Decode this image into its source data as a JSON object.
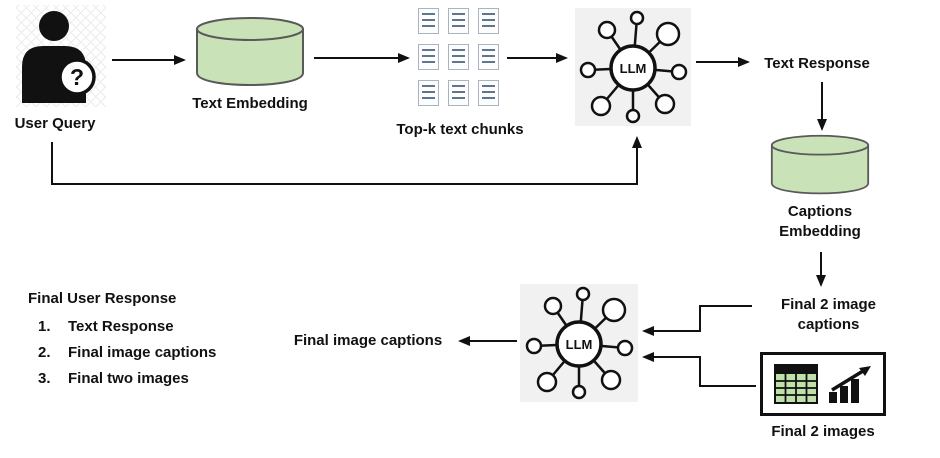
{
  "diagram": {
    "user_query": {
      "label": "User Query",
      "badge_glyph": "?"
    },
    "text_embedding": {
      "label": "Text Embedding"
    },
    "top_k_chunks": {
      "label": "Top-k text chunks"
    },
    "llm_top": {
      "label": "LLM"
    },
    "text_response": {
      "label": "Text Response"
    },
    "captions_embedding": {
      "line1": "Captions",
      "line2": "Embedding"
    },
    "final_2_image_captions": {
      "line1": "Final 2 image",
      "line2": "captions"
    },
    "llm_bottom": {
      "label": "LLM"
    },
    "final_image_captions": {
      "label": "Final image captions"
    },
    "final_2_images": {
      "label": "Final 2 images"
    }
  },
  "final_user_response": {
    "title": "Final User Response",
    "items": [
      {
        "num": "1.",
        "text": "Text Response"
      },
      {
        "num": "2.",
        "text": "Final image captions"
      },
      {
        "num": "3.",
        "text": "Final two images"
      }
    ]
  },
  "colors": {
    "cylinder_fill": "#c9e2b8",
    "cylinder_stroke": "#595959",
    "llm_panel_bg": "#f1f1f1",
    "arrow": "#111111"
  }
}
